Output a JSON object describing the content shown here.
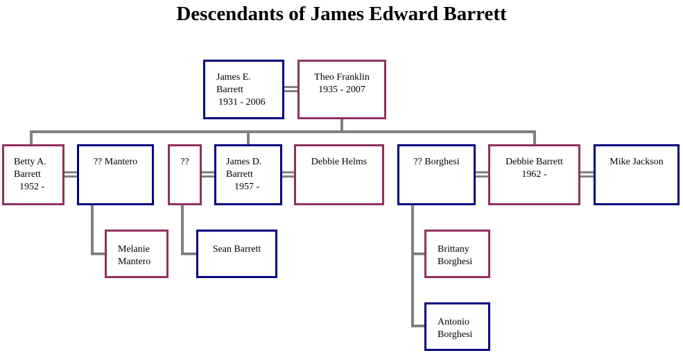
{
  "title": "Descendants of James Edward Barrett",
  "colors": {
    "male": "#000080",
    "female": "#903060",
    "line": "#808080"
  },
  "people": {
    "james_e": {
      "name": "James E.\nBarrett",
      "dates": "1931 - 2006"
    },
    "theo": {
      "name": "Theo Franklin",
      "dates": "1935 - 2007"
    },
    "betty": {
      "name": "Betty A.\nBarrett",
      "dates": "1952 -"
    },
    "mantero": {
      "name": "?? Mantero"
    },
    "unknown": {
      "name": "??"
    },
    "james_d": {
      "name": "James D.\nBarrett",
      "dates": "1957 -"
    },
    "debbie_helms": {
      "name": "Debbie Helms"
    },
    "borghesi": {
      "name": "?? Borghesi"
    },
    "debbie_barrett": {
      "name": "Debbie Barrett",
      "dates": "1962 -"
    },
    "mike": {
      "name": "Mike Jackson"
    },
    "melanie": {
      "name": "Melanie\nMantero"
    },
    "sean": {
      "name": "Sean Barrett"
    },
    "brittany": {
      "name": "Brittany\nBorghesi"
    },
    "antonio": {
      "name": "Antonio\nBorghesi"
    }
  }
}
